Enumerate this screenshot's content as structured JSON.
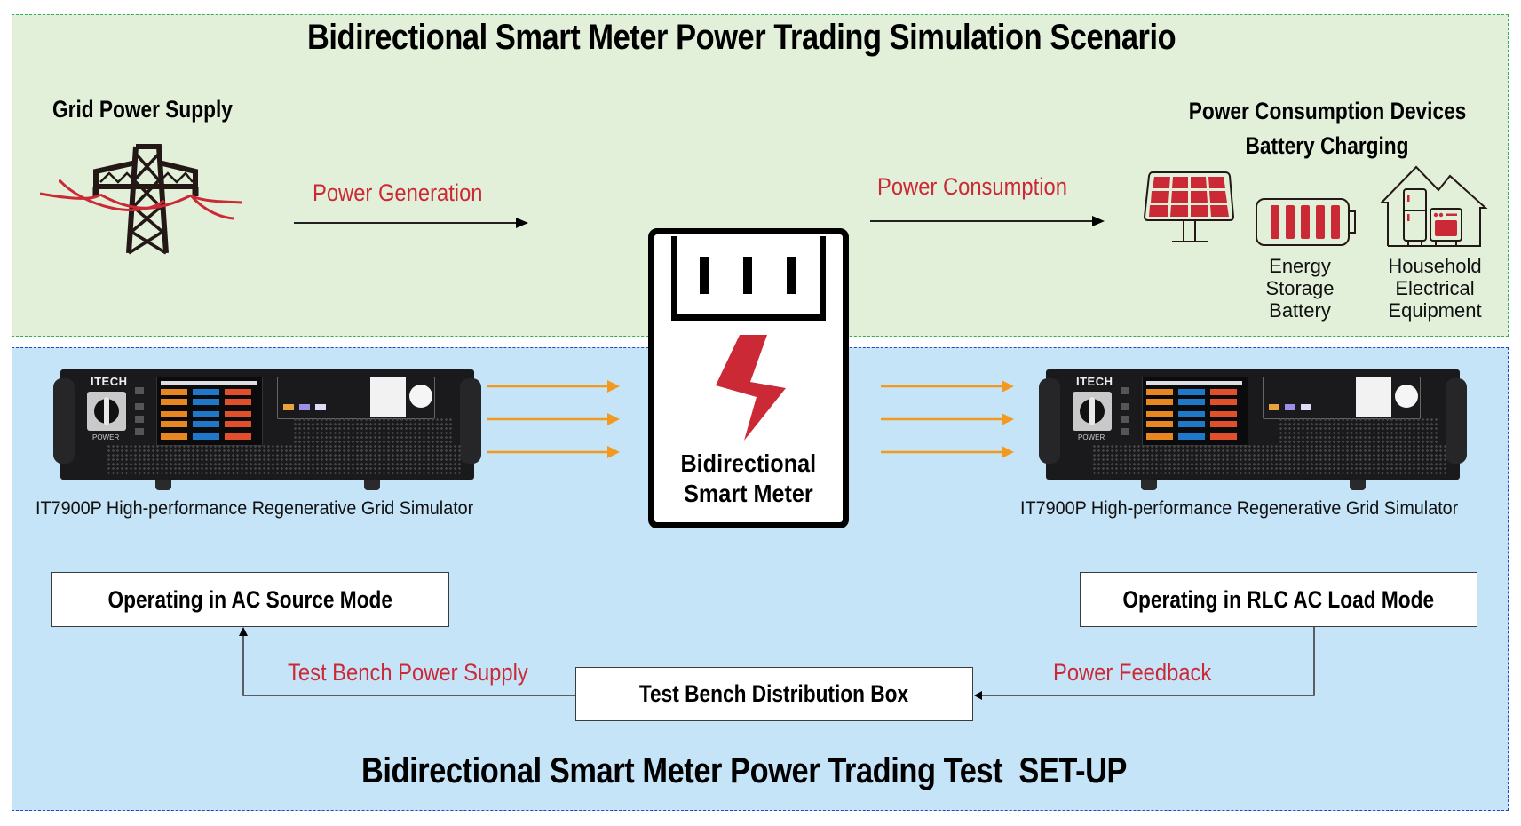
{
  "scenario": {
    "title": "Bidirectional Smart Meter Power Trading Simulation Scenario",
    "grid": {
      "heading": "Grid Power Supply",
      "icon": "power-tower-icon"
    },
    "generation_label": "Power Generation",
    "consumption_label": "Power Consumption",
    "consumers": {
      "heading_line1": "Power Consumption Devices",
      "heading_line2": "Battery Charging",
      "items": [
        {
          "icon": "solar-panel-icon",
          "label": []
        },
        {
          "icon": "battery-icon",
          "label": [
            "Energy",
            "Storage",
            "Battery"
          ]
        },
        {
          "icon": "household-appliances-icon",
          "label": [
            "Household",
            "Electrical",
            "Equipment"
          ]
        }
      ]
    }
  },
  "meter": {
    "label_line1": "Bidirectional",
    "label_line2": "Smart Meter",
    "icon": "lightning-bolt-icon"
  },
  "setup": {
    "title": "Bidirectional Smart Meter Power Trading Test  SET-UP",
    "left_device": {
      "brand": "ITECH",
      "power_label": "POWER",
      "caption": "IT7900P High-performance Regenerative Grid Simulator",
      "mode": "Operating in AC Source Mode"
    },
    "right_device": {
      "brand": "ITECH",
      "power_label": "POWER",
      "caption": "IT7900P High-performance Regenerative Grid Simulator",
      "mode": "Operating in RLC AC Load Mode"
    },
    "distribution_box": "Test Bench Distribution Box",
    "supply_label": "Test Bench Power Supply",
    "feedback_label": "Power Feedback"
  },
  "colors": {
    "accent_red": "#cc2936",
    "arrow_orange": "#f39a1e",
    "zone_green_bg": "#e2efd9",
    "zone_blue_bg": "#c5e4f7"
  }
}
